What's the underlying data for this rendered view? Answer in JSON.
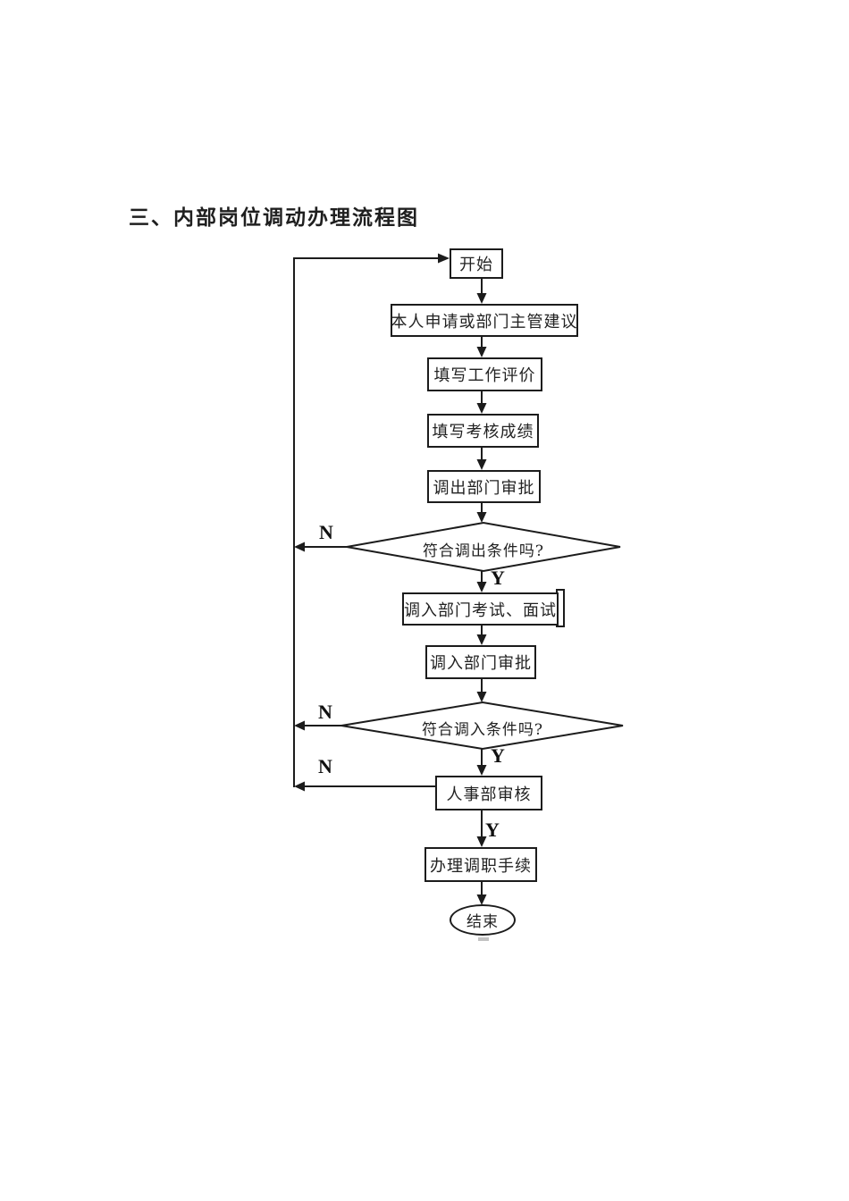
{
  "page": {
    "title": "三、内部岗位调动办理流程图"
  },
  "flowchart": {
    "nodes": [
      {
        "id": "start",
        "type": "rect",
        "label": "开始"
      },
      {
        "id": "apply-or-suggest",
        "type": "rect",
        "label": "本人申请或部门主管建议"
      },
      {
        "id": "fill-evaluation",
        "type": "rect",
        "label": "填写工作评价"
      },
      {
        "id": "fill-score",
        "type": "rect",
        "label": "填写考核成绩"
      },
      {
        "id": "outgoing-approval",
        "type": "rect",
        "label": "调出部门审批"
      },
      {
        "id": "outgoing-condition",
        "type": "diamond",
        "label": "符合调出条件吗?"
      },
      {
        "id": "incoming-exam",
        "type": "rect",
        "label": "调入部门考试、面试"
      },
      {
        "id": "incoming-approval",
        "type": "rect",
        "label": "调入部门审批"
      },
      {
        "id": "incoming-condition",
        "type": "diamond",
        "label": "符合调入条件吗?"
      },
      {
        "id": "hr-review",
        "type": "rect",
        "label": "人事部审核"
      },
      {
        "id": "transfer-procedure",
        "type": "rect",
        "label": "办理调职手续"
      },
      {
        "id": "end",
        "type": "ellipse",
        "label": "结束"
      }
    ],
    "branch_labels": {
      "yes": "Y",
      "no": "N"
    },
    "colors": {
      "line": "#1c1c1c",
      "text": "#222222",
      "background": "#ffffff"
    }
  }
}
